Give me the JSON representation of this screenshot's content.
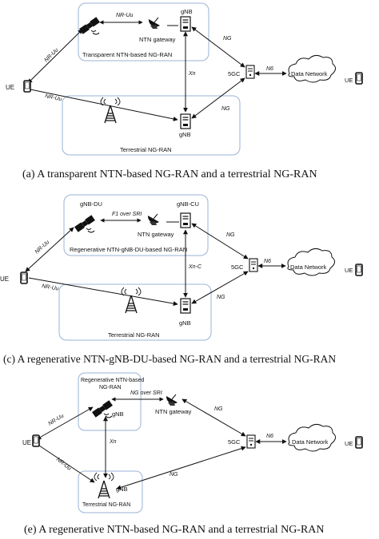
{
  "panel_a": {
    "nr_uu_sat": "NR-Uu",
    "ntn_gateway": "NTN gateway",
    "gnb_top": "gNB",
    "region_transparent": "Transparent NTN-based NG-RAN",
    "ng_top": "NG",
    "nr_uu_ue_sat": "NR-Uu",
    "xn": "Xn",
    "sgc": "5GC",
    "n6": "N6",
    "data_network": "Data Network",
    "ue": "UE",
    "nr_uu_ue_gnb": "NR-Uu",
    "ng_bottom": "NG",
    "gnb_bottom": "gNB",
    "region_terrestrial": "Terrestrial NG-RAN",
    "ue_right": "UE",
    "caption": "(a)  A transparent NTN-based NG-RAN and a terrestrial NG-RAN"
  },
  "panel_c": {
    "gnb_du": "gNB-DU",
    "f1_over_sri": "F1 over SRI",
    "gnb_cu": "gNB-CU",
    "ntn_gateway": "NTN gateway",
    "region_regenerative": "Regenerative NTN-gNB-DU-based NG-RAN",
    "nr_uu_ue_sat": "NR-Uu",
    "ng_top": "NG",
    "xn_c": "Xn-C",
    "sgc": "5GC",
    "n6": "N6",
    "data_network": "Data Network",
    "ue": "UE",
    "nr_uu_ue_gnb": "NR-Uu",
    "ng_bottom": "NG",
    "gnb_bottom": "gNB",
    "region_terrestrial": "Terrestrial NG-RAN",
    "ue_right": "UE",
    "caption": "(c)  A regenerative NTN-gNB-DU-based NG-RAN and a terrestrial NG-RAN"
  },
  "panel_e": {
    "region_regenerative_l1": "Regenerative NTN-based",
    "region_regenerative_l2": "NG-RAN",
    "ng_over_sri": "NG over SRI",
    "gnb_sat": "gNB",
    "ntn_gateway": "NTN gateway",
    "nr_uu_ue_sat": "NR-Uu",
    "ng_top": "NG",
    "xn": "Xn",
    "ue": "UE",
    "sgc": "5GC",
    "n6": "N6",
    "data_network": "Data Network",
    "nr_uu_ue_gnb": "NR-Uu",
    "gnb_bottom": "gNB",
    "ng_bottom": "NG",
    "region_terrestrial": "Terrestrial NG-RAN",
    "ue_right": "UE",
    "caption": "(e)  A regenerative NTN-based NG-RAN and a terrestrial NG-RAN"
  }
}
